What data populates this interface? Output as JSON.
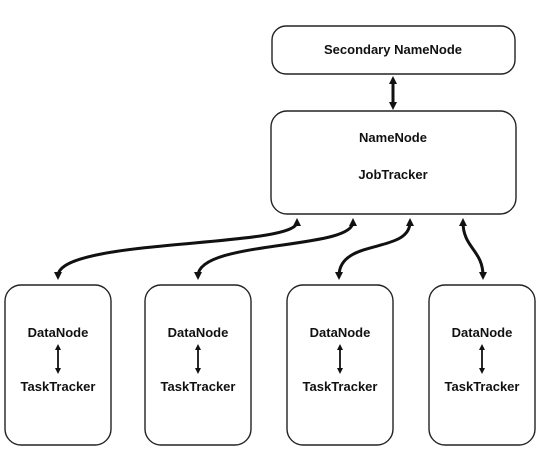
{
  "secondary_namenode": {
    "label": "Secondary NameNode"
  },
  "master": {
    "namenode_label": "NameNode",
    "jobtracker_label": "JobTracker"
  },
  "workers": [
    {
      "datanode_label": "DataNode",
      "tasktracker_label": "TaskTracker"
    },
    {
      "datanode_label": "DataNode",
      "tasktracker_label": "TaskTracker"
    },
    {
      "datanode_label": "DataNode",
      "tasktracker_label": "TaskTracker"
    },
    {
      "datanode_label": "DataNode",
      "tasktracker_label": "TaskTracker"
    }
  ],
  "colors": {
    "stroke": "#222222",
    "fill": "#ffffff",
    "text": "#111111"
  }
}
